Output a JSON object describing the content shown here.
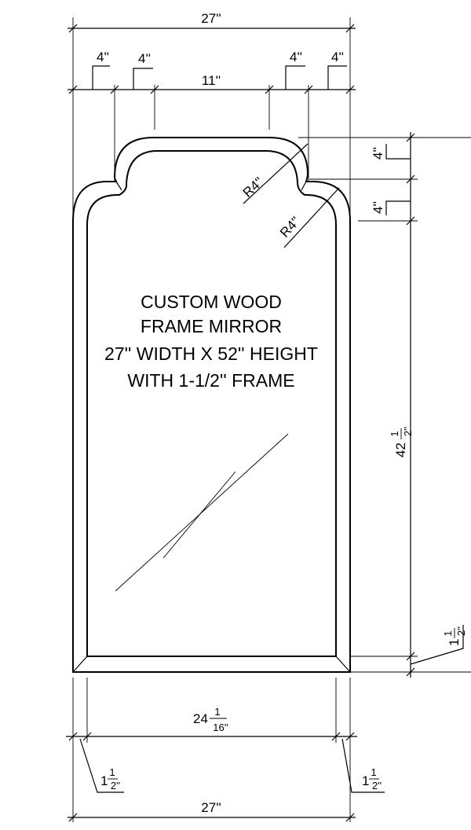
{
  "drawing": {
    "note_lines": [
      "CUSTOM WOOD",
      "FRAME MIRROR",
      "27'' WIDTH X 52'' HEIGHT",
      "WITH 1-1/2'' FRAME"
    ],
    "dims": {
      "top_width": "27''",
      "bottom_width": "27''",
      "inner_width_whole": "24",
      "inner_width_num": "1",
      "inner_width_den": "16''",
      "top_span": "11''",
      "shoulder_left_1": "4''",
      "shoulder_left_2": "4''",
      "shoulder_right_1": "4''",
      "shoulder_right_2": "4''",
      "right_rise_1": "4''",
      "right_rise_2": "4''",
      "radius_1": "R4''",
      "radius_2": "R4''",
      "height_whole": "42",
      "height_num": "1",
      "height_den": "2''",
      "frame_right_whole": "1",
      "frame_right_num": "1",
      "frame_right_den": "2''",
      "frame_bl_whole": "1",
      "frame_bl_num": "1",
      "frame_bl_den": "2''",
      "frame_br_whole": "1",
      "frame_br_num": "1",
      "frame_br_den": "2''"
    }
  }
}
